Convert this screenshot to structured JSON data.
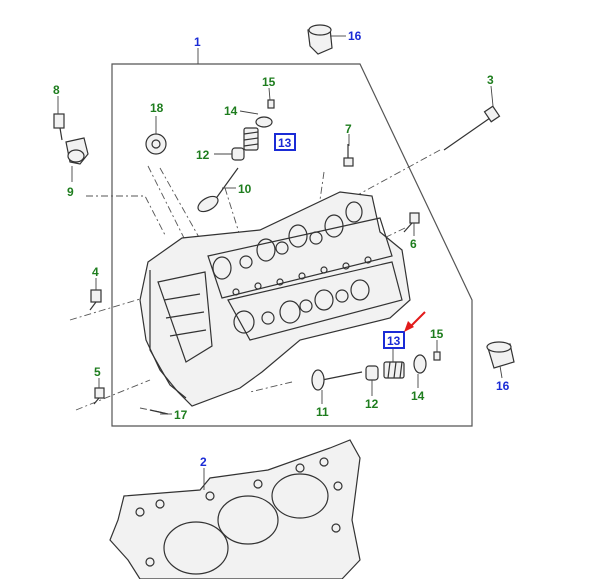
{
  "colors": {
    "green": "#1e7d1e",
    "blue": "#1a2bd6",
    "highlight_box": "#1a2bd6",
    "arrow": "#e21b1b",
    "line": "#333333"
  },
  "callouts": {
    "c1": "1",
    "c2": "2",
    "c3": "3",
    "c4": "4",
    "c5": "5",
    "c6": "6",
    "c7": "7",
    "c8": "8",
    "c9": "9",
    "c10": "10",
    "c11": "11",
    "c12a": "12",
    "c12b": "12",
    "c13a": "13",
    "c13b": "13",
    "c14a": "14",
    "c14b": "14",
    "c15a": "15",
    "c15b": "15",
    "c16a": "16",
    "c16b": "16",
    "c17": "17",
    "c18": "18"
  }
}
